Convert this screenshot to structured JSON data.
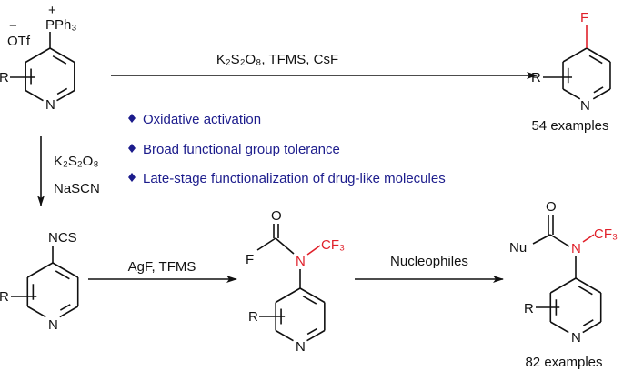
{
  "colors": {
    "text": "#111111",
    "highlight": "#e0202a",
    "bullet_text": "#1c1c8c"
  },
  "start_material": {
    "cation": "PPh₃",
    "plus": "+",
    "anion": "OTf",
    "minus": "−",
    "substituent": "R",
    "ring_n": "N"
  },
  "fluoro_product": {
    "atom": "F",
    "substituent": "R",
    "ring_n": "N",
    "count": "54 examples"
  },
  "isothiocyanate": {
    "group": "NCS",
    "substituent": "R",
    "ring_n": "N"
  },
  "carbamoyl_fluoride": {
    "o": "O",
    "f": "F",
    "n": "N",
    "cf3": "CF₃",
    "substituent": "R",
    "ring_n": "N"
  },
  "final_product": {
    "o": "O",
    "nu": "Nu",
    "n": "N",
    "cf3": "CF₃",
    "substituent": "R",
    "ring_n": "N",
    "count": "82 examples"
  },
  "arrows": {
    "top": "K₂S₂O₈, TFMS, CsF",
    "down_line1": "K₂S₂O₈",
    "down_line2": "NaSCN",
    "bottom_left": "AgF, TFMS",
    "bottom_right": "Nucleophiles"
  },
  "bullets": [
    "Oxidative activation",
    "Broad functional group tolerance",
    "Late-stage functionalization of drug-like molecules"
  ],
  "bullet_icon": "diamond-bullet-icon"
}
